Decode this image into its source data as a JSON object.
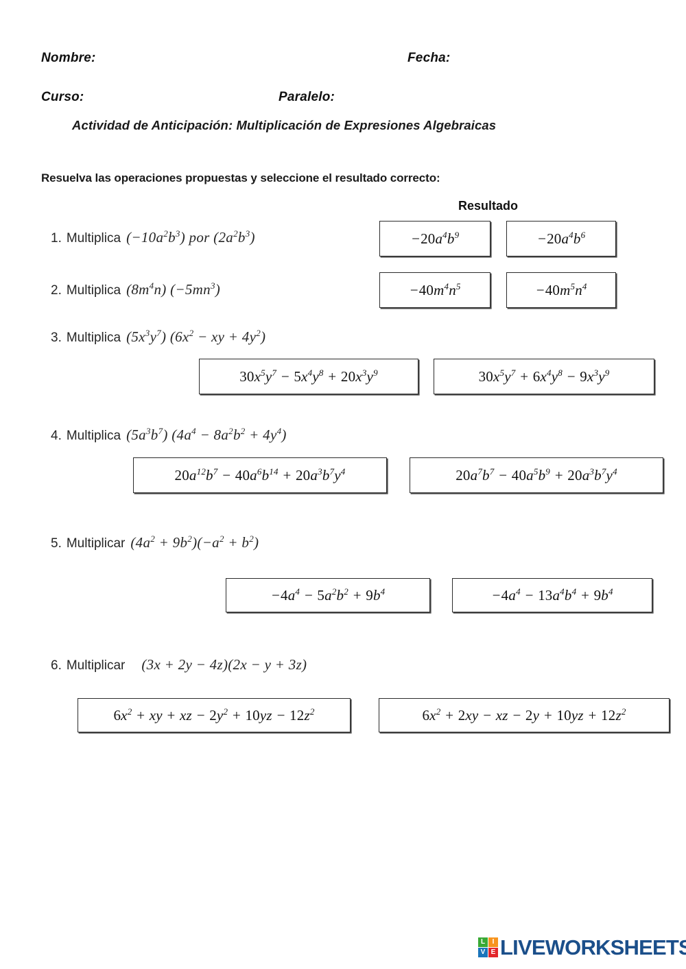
{
  "header": {
    "nombre_label": "Nombre:",
    "fecha_label": "Fecha:",
    "curso_label": "Curso:",
    "paralelo_label": "Paralelo:",
    "title": "Actividad de Anticipación: Multiplicación de Expresiones Algebraicas",
    "instructions": "Resuelva las operaciones propuestas y seleccione el resultado correcto:",
    "resultado_column": "Resultado"
  },
  "questions": [
    {
      "number": "1.",
      "verb": "Multiplica",
      "expression_html": "(&minus;10<i>a</i><sup>2</sup><i>b</i><sup>3</sup>) <i>por</i> (2<i>a</i><sup>2</sup><i>b</i><sup>3</sup>)",
      "expression_text": "(-10a^2 b^3) por (2a^2 b^3)",
      "options": [
        {
          "html": "&minus;<span class=\"upr\">20</span><i>a</i><sup>4</sup><i>b</i><sup>9</sup>",
          "text": "-20a^4 b^9"
        },
        {
          "html": "&minus;<span class=\"upr\">20</span><i>a</i><sup>4</sup><i>b</i><sup>6</sup>",
          "text": "-20a^4 b^6"
        }
      ]
    },
    {
      "number": "2.",
      "verb": "Multiplica",
      "expression_html": "(8<i>m</i><sup>4</sup><i>n</i>) (&minus;5<i>mn</i><sup>3</sup>)",
      "expression_text": "(8m^4 n) (-5mn^3)",
      "options": [
        {
          "html": "&minus;<span class=\"upr\">40</span><i>m</i><sup>4</sup><i>n</i><sup>5</sup>",
          "text": "-40m^4 n^5"
        },
        {
          "html": "&minus;<span class=\"upr\">40</span><i>m</i><sup>5</sup><i>n</i><sup>4</sup>",
          "text": "-40m^5 n^4"
        }
      ]
    },
    {
      "number": "3.",
      "verb": "Multiplica",
      "expression_html": "(5<i>x</i><sup>3</sup><i>y</i><sup>7</sup>) (6<i>x</i><sup>2</sup> &minus; <i>xy</i> + 4<i>y</i><sup>2</sup>)",
      "expression_text": "(5x^3 y^7) (6x^2 - xy + 4y^2)",
      "options": [
        {
          "html": "<span class=\"upr\">30</span><i>x</i><sup>5</sup><i>y</i><sup>7</sup> &minus; <span class=\"upr\">5</span><i>x</i><sup>4</sup><i>y</i><sup>8</sup> + <span class=\"upr\">20</span><i>x</i><sup>3</sup><i>y</i><sup>9</sup>",
          "text": "30x^5 y^7 - 5x^4 y^8 + 20x^3 y^9"
        },
        {
          "html": "<span class=\"upr\">30</span><i>x</i><sup>5</sup><i>y</i><sup>7</sup> + <span class=\"upr\">6</span><i>x</i><sup>4</sup><i>y</i><sup>8</sup> &minus; <span class=\"upr\">9</span><i>x</i><sup>3</sup><i>y</i><sup>9</sup>",
          "text": "30x^5 y^7 + 6x^4 y^8 - 9x^3 y^9"
        }
      ]
    },
    {
      "number": "4.",
      "verb": "Multiplica",
      "expression_html": "(5<i>a</i><sup>3</sup><i>b</i><sup>7</sup>) (4<i>a</i><sup>4</sup> &minus; 8<i>a</i><sup>2</sup><i>b</i><sup>2</sup> + 4<i>y</i><sup>4</sup>)",
      "expression_text": "(5a^3 b^7) (4a^4 - 8a^2 b^2 + 4y^4)",
      "options": [
        {
          "html": "<span class=\"upr\">20</span><i>a</i><sup>12</sup><i>b</i><sup>7</sup> &minus; <span class=\"upr\">40</span><i>a</i><sup>6</sup><i>b</i><sup>14</sup> + <span class=\"upr\">20</span><i>a</i><sup>3</sup><i>b</i><sup>7</sup><i>y</i><sup>4</sup>",
          "text": "20a^12 b^7 - 40a^6 b^14 + 20a^3 b^7 y^4"
        },
        {
          "html": "<span class=\"upr\">20</span><i>a</i><sup>7</sup><i>b</i><sup>7</sup> &minus; <span class=\"upr\">40</span><i>a</i><sup>5</sup><i>b</i><sup>9</sup> + <span class=\"upr\">20</span><i>a</i><sup>3</sup><i>b</i><sup>7</sup><i>y</i><sup>4</sup>",
          "text": "20a^7 b^7 - 40a^5 b^9 + 20a^3 b^7 y^4"
        }
      ]
    },
    {
      "number": "5.",
      "verb": "Multiplicar",
      "expression_html": "(4<i>a</i><sup>2</sup> + 9<i>b</i><sup>2</sup>)(&minus;<i>a</i><sup>2</sup> + <i>b</i><sup>2</sup>)",
      "expression_text": "(4a^2 + 9b^2)(-a^2 + b^2)",
      "options": [
        {
          "html": "&minus;<span class=\"upr\">4</span><i>a</i><sup>4</sup> &minus; <span class=\"upr\">5</span><i>a</i><sup>2</sup><i>b</i><sup>2</sup> + <span class=\"upr\">9</span><i>b</i><sup>4</sup>",
          "text": "-4a^4 - 5a^2 b^2 + 9b^4"
        },
        {
          "html": "&minus;<span class=\"upr\">4</span><i>a</i><sup>4</sup> &minus; <span class=\"upr\">13</span><i>a</i><sup>4</sup><i>b</i><sup>4</sup> + <span class=\"upr\">9</span><i>b</i><sup>4</sup>",
          "text": "-4a^4 - 13a^4 b^4 + 9b^4"
        }
      ]
    },
    {
      "number": "6.",
      "verb": "Multiplicar",
      "expression_html": "(3<i>x</i> + 2<i>y</i> &minus; 4<i>z</i>)(2<i>x</i> &minus; <i>y</i> + 3<i>z</i>)",
      "expression_text": "(3x + 2y - 4z)(2x - y + 3z)",
      "options": [
        {
          "html": "<span class=\"upr\">6</span><i>x</i><sup>2</sup> + <i>xy</i> + <i>xz</i> &minus; <span class=\"upr\">2</span><i>y</i><sup>2</sup> + <span class=\"upr\">10</span><i>yz</i> &minus; <span class=\"upr\">12</span><i>z</i><sup>2</sup>",
          "text": "6x^2 + xy + xz - 2y^2 + 10yz - 12z^2"
        },
        {
          "html": "<span class=\"upr\">6</span><i>x</i><sup>2</sup> + <span class=\"upr\">2</span><i>xy</i> &minus; <i>xz</i> &minus; <span class=\"upr\">2</span><i>y</i> + <span class=\"upr\">10</span><i>yz</i> + <span class=\"upr\">12</span><i>z</i><sup>2</sup>",
          "text": "6x^2 + 2xy - xz - 2y + 10yz + 12z^2"
        }
      ]
    }
  ],
  "footer": {
    "logo_wordmark": "LIVEWORKSHEETS",
    "logo_cells": [
      {
        "letter": "L",
        "color": "#3aa935"
      },
      {
        "letter": "I",
        "color": "#f7941e"
      },
      {
        "letter": "V",
        "color": "#1b75bb"
      },
      {
        "letter": "E",
        "color": "#e3262b"
      }
    ],
    "wordmark_color": "#1b4f8a"
  }
}
